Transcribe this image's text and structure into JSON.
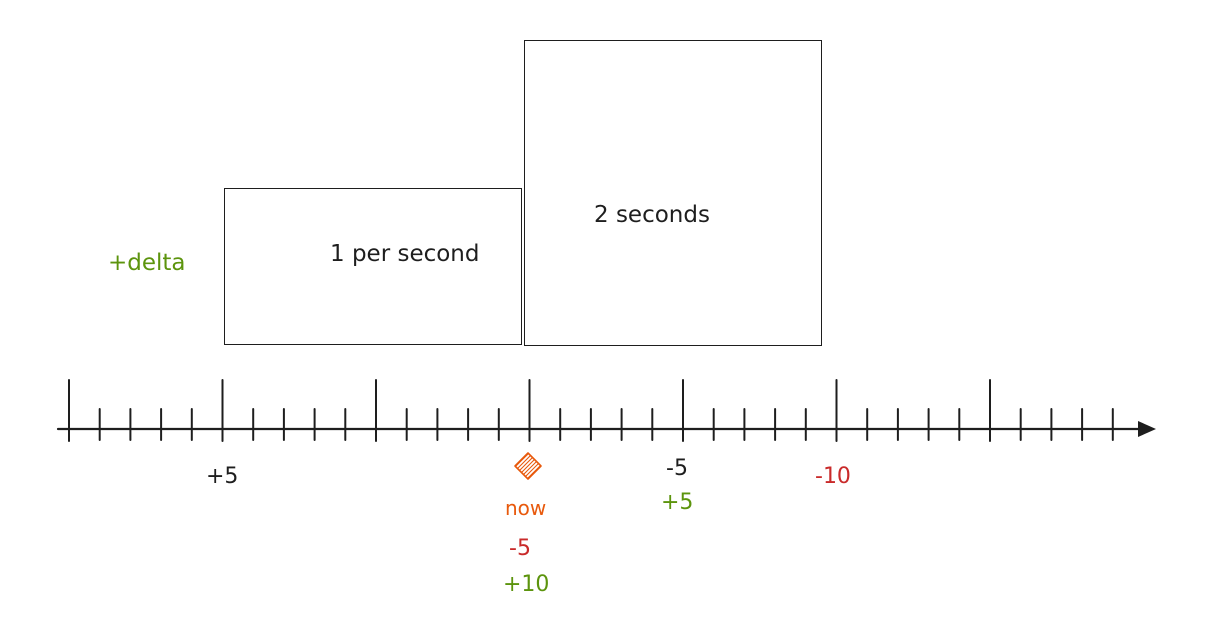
{
  "colors": {
    "ink": "#1e1e1e",
    "green": "#5c940d",
    "red": "#c92a2a",
    "orange": "#e8590c"
  },
  "delta_label": "+delta",
  "boxes": {
    "rate_box": {
      "label": "1 per second"
    },
    "duration_box": {
      "label": "2 seconds"
    }
  },
  "timeline": {
    "ticks_per_major": 5,
    "major_ticks": 7,
    "arrow": true
  },
  "marker": {
    "icon": "diamond-icon",
    "label": "now"
  },
  "annotations": {
    "plus5_black": "+5",
    "now_minus5": "-5",
    "now_plus10": "+10",
    "minus5_black": "-5",
    "plus5_green": "+5",
    "minus10_red": "-10"
  }
}
